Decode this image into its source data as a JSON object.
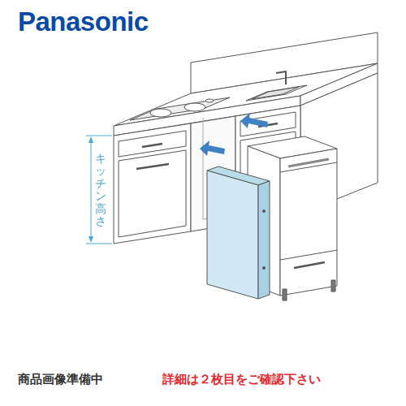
{
  "diagram": {
    "labels": [
      "Panasonic",
      "キッチン高さ",
      "商品画像準備中",
      "詳細は２枚目をご確認下さい"
    ]
  }
}
